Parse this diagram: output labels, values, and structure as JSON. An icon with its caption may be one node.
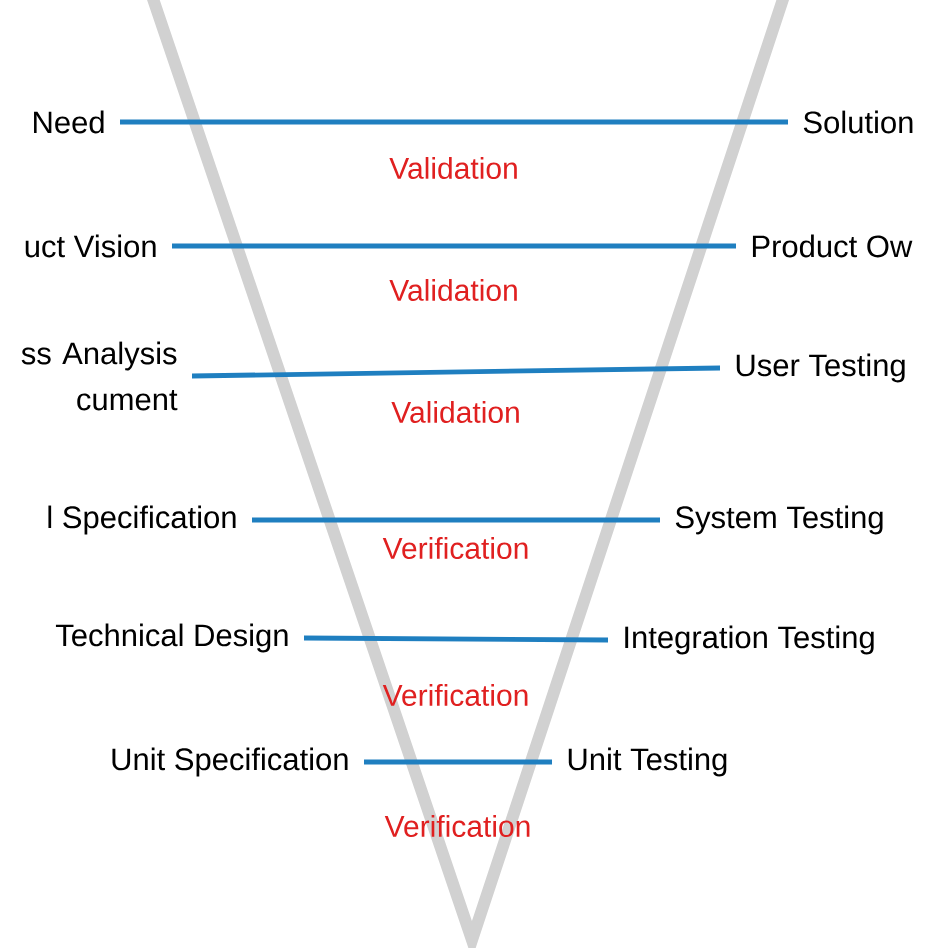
{
  "diagram": {
    "nodes": [
      {
        "text": [
          "Need"
        ]
      },
      {
        "text": [
          "Solution"
        ]
      },
      {
        "text": [
          "uct Vision"
        ]
      },
      {
        "text": [
          "Product Ow"
        ]
      },
      {
        "text": [
          "ss Analysis cument"
        ]
      },
      {
        "text": [
          "User Testing"
        ]
      },
      {
        "text": [
          "l Specification"
        ]
      },
      {
        "text": [
          "System Testing"
        ]
      },
      {
        "text": [
          "Technical Design"
        ]
      },
      {
        "text": [
          "Integration Testing"
        ]
      },
      {
        "text": [
          "Unit Specification"
        ]
      },
      {
        "text": [
          "Unit Testing"
        ]
      }
    ],
    "edges": [
      {
        "from": 0,
        "to": 1,
        "arrow": "none",
        "label": "Validation"
      },
      {
        "from": 2,
        "to": 3,
        "arrow": "none",
        "label": "Validation"
      },
      {
        "from": 4,
        "to": 5,
        "arrow": "none",
        "label": "Validation"
      },
      {
        "from": 6,
        "to": 7,
        "arrow": "none",
        "label": "Verification"
      },
      {
        "from": 8,
        "to": 9,
        "arrow": "none",
        "label": "Verification"
      },
      {
        "from": 10,
        "to": 11,
        "arrow": "none",
        "label": "Verification"
      }
    ]
  }
}
